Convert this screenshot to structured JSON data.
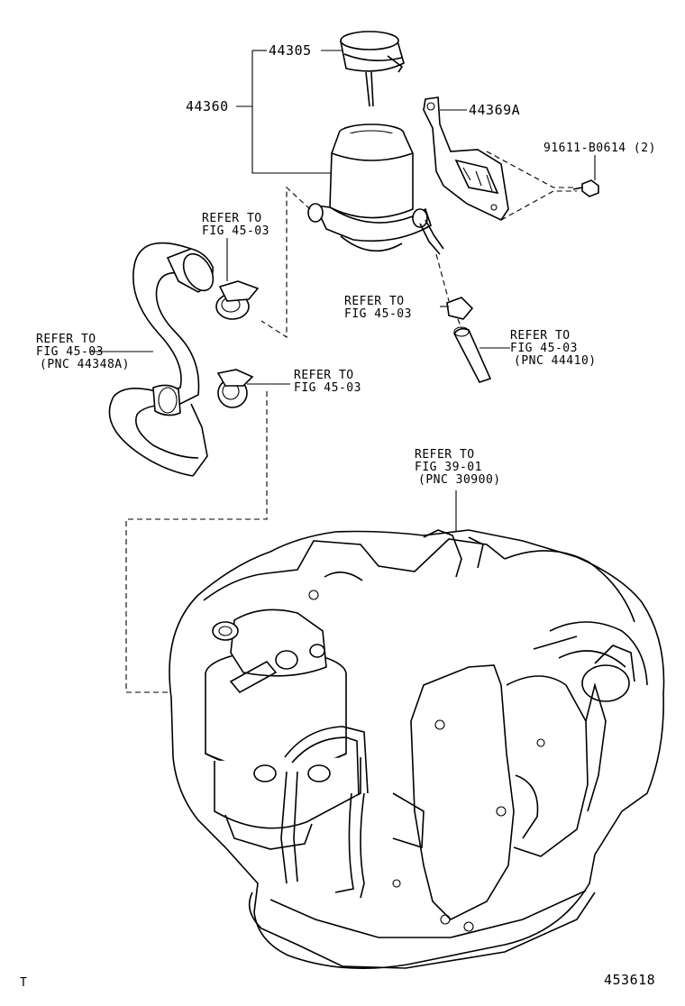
{
  "part_numbers": {
    "cap": "44305",
    "reservoir": "44360",
    "bracket": "44369A",
    "bolt": "91611-B0614 (2)"
  },
  "refs": {
    "clamp_upper_1": "REFER TO",
    "clamp_upper_2": "FIG 45-03",
    "hose_left_1": "REFER TO",
    "hose_left_2": "FIG 45-03",
    "hose_left_3": "(PNC 44348A)",
    "clamp_lower_1": "REFER TO",
    "clamp_lower_2": "FIG 45-03",
    "clamp_right_1": "REFER TO",
    "clamp_right_2": "FIG 45-03",
    "hose_right_1": "REFER TO",
    "hose_right_2": "FIG 45-03",
    "hose_right_3": "(PNC 44410)",
    "engine_1": "REFER TO",
    "engine_2": "FIG 39-01",
    "engine_3": "(PNC 30900)"
  },
  "footer": {
    "corner_mark": "T",
    "figure_id": "453618"
  }
}
